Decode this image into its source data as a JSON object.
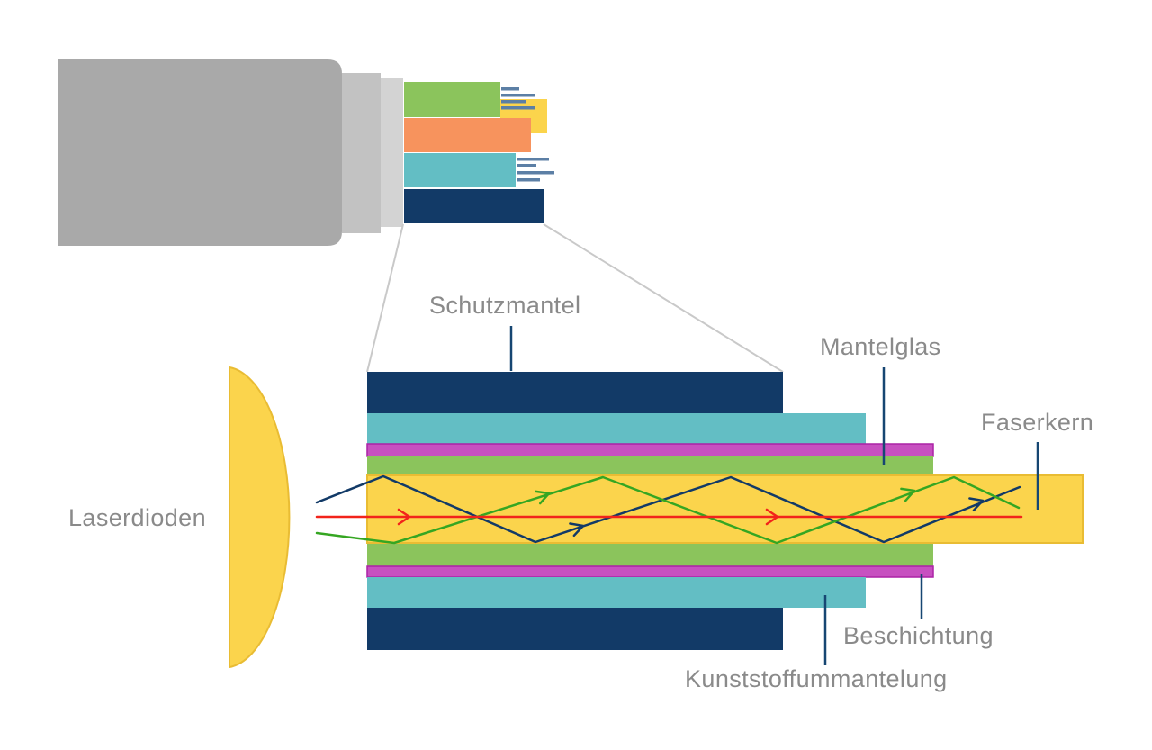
{
  "labels": {
    "schutzmantel": "Schutzmantel",
    "mantelglas": "Mantelglas",
    "faserkern": "Faserkern",
    "laserdioden": "Laserdioden",
    "beschichtung": "Beschichtung",
    "kunststoffummantelung": "Kunststoffummantelung"
  },
  "colors": {
    "navy": "#123A67",
    "teal": "#63BEC4",
    "magenta": "#C750C0",
    "magenta_border": "#AC22A6",
    "green_layer": "#8BC45C",
    "yellow": "#FBD44C",
    "yellow_border": "#E9BC33",
    "orange": "#F7935D",
    "ray_red": "#F2231B",
    "ray_green": "#35A622",
    "ray_navy": "#123A67",
    "cable_gray": "#A9A9A9",
    "cable_gray_mid": "#C2C2C2",
    "cable_gray_inner": "#D3D3D3",
    "fiber_line": "#5C7FA5",
    "label_text": "#8A8A8A",
    "leader_line": "#164672",
    "connector_gray": "#C9C9C9",
    "bg": "#FFFFFF"
  }
}
